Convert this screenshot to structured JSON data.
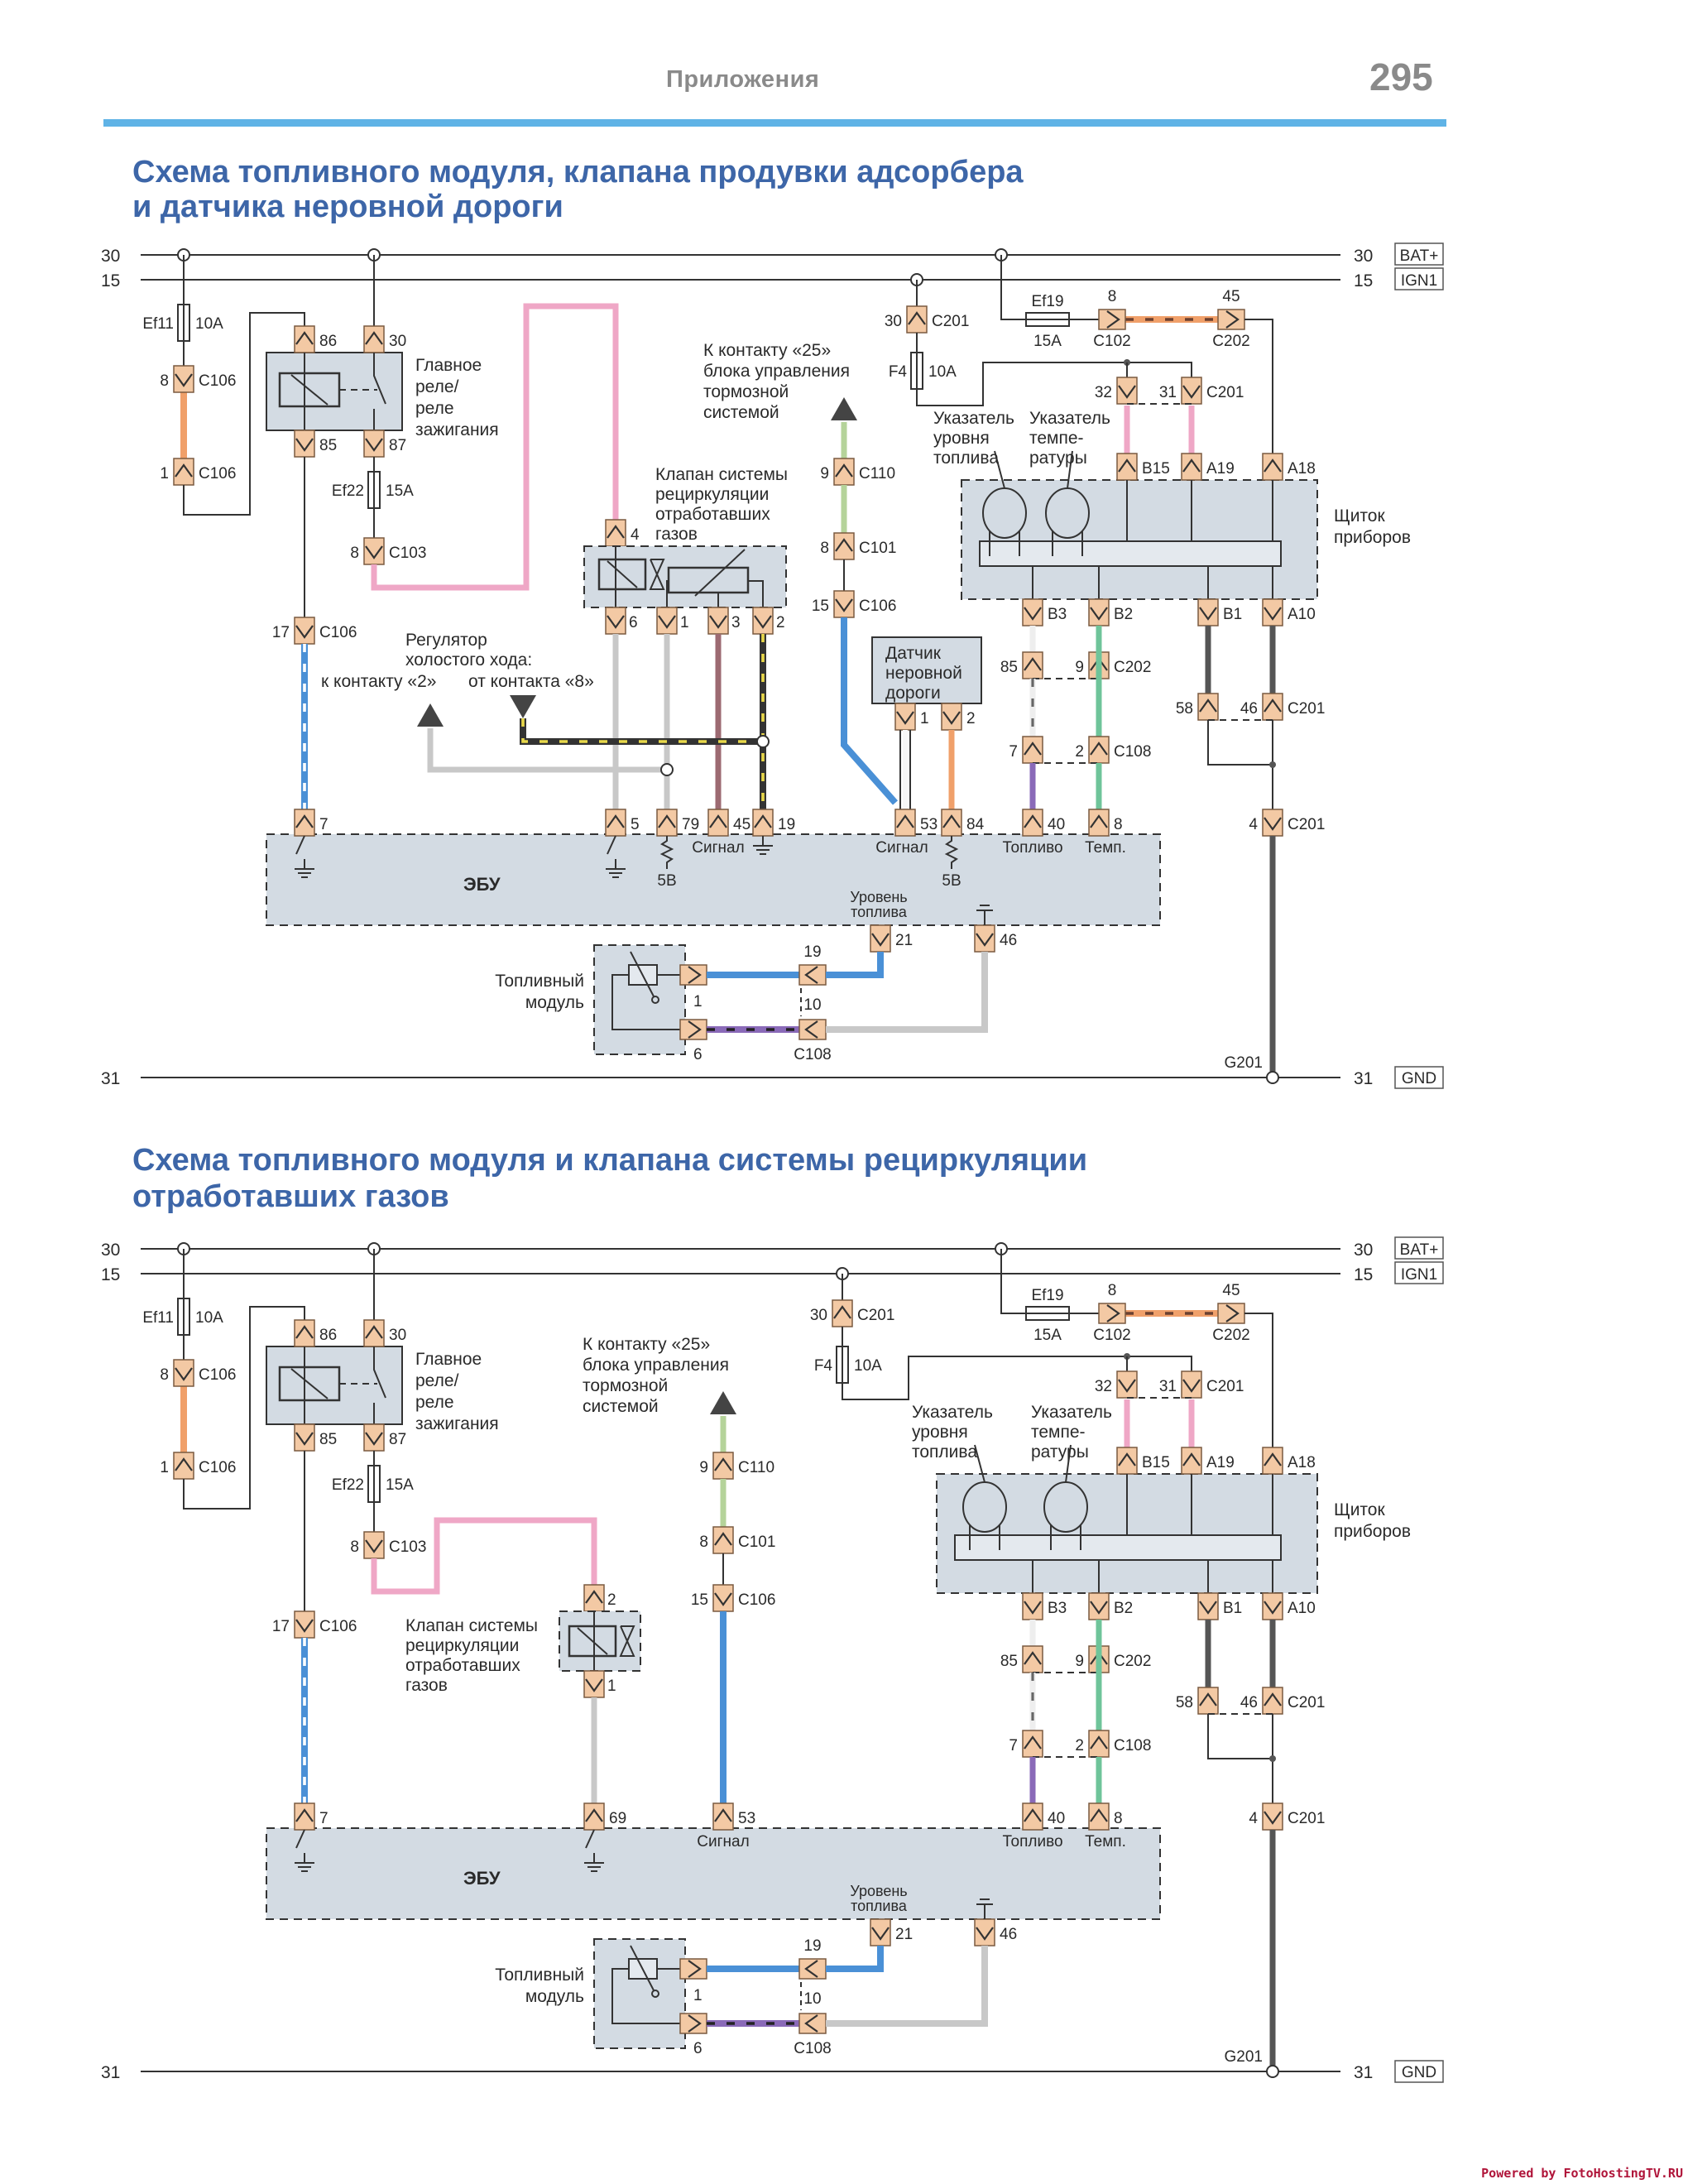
{
  "header": {
    "section": "Приложения",
    "page_number": "295"
  },
  "colors": {
    "accent_rule": "#5fb3e6",
    "title": "#3d66a8",
    "module_fill": "#d3dbe3",
    "connector_fill": "#f3c9a4",
    "pink_wire": "#efa7c6",
    "orange_wire": "#f0a06a",
    "blue_wire": "#4a90d6",
    "green_wire": "#b5d39a",
    "teal_wire": "#6fc49a",
    "violet_wire": "#8a6ab8",
    "gray_wire": "#c8c8c8",
    "brown_wire": "#9c6a72",
    "dark_wire": "#555555"
  },
  "diagrams": [
    {
      "title_line1": "Схема топливного модуля, клапана продувки адсорбера",
      "title_line2": "и датчика неровной дороги",
      "buses": {
        "b30": "30",
        "b15": "15",
        "b31": "31",
        "bat": "BAT+",
        "ign": "IGN1",
        "gnd": "GND",
        "ground_point": "G201"
      },
      "fuses": {
        "ef11": "Ef11",
        "ef11_rating": "10A",
        "ef22": "Ef22",
        "ef22_rating": "15A",
        "f4": "F4",
        "f4_rating": "10A",
        "ef19": "Ef19",
        "ef19_rating": "15A"
      },
      "relay": {
        "label_1": "Главное",
        "label_2": "реле/",
        "label_3": "реле",
        "label_4": "зажигания",
        "pin86": "86",
        "pin30": "30",
        "pin85": "85",
        "pin87": "87"
      },
      "connectors": {
        "c106_8": "8",
        "c106_1": "1",
        "c106_17": "17",
        "c106": "C106",
        "c103_8": "8",
        "c103": "C103",
        "c201_30": "30",
        "c201": "C201",
        "c102_8": "8",
        "c102": "C102",
        "c202_45": "45",
        "c202": "C202",
        "c201_32": "32",
        "c201_31": "31",
        "c110_9": "9",
        "c110": "C110",
        "c101_8": "8",
        "c101": "C101",
        "c106_15": "15",
        "c202_85": "85",
        "c202_9": "9",
        "c108_7": "7",
        "c108_2": "2",
        "c108": "C108",
        "c201_58": "58",
        "c201_46": "46",
        "c201_4": "4",
        "c108_19": "19",
        "c108_10": "10"
      },
      "cluster": {
        "label_1": "Щиток",
        "label_2": "приборов",
        "fuel_gauge_1": "Указатель",
        "fuel_gauge_2": "уровня",
        "fuel_gauge_3": "топлива",
        "temp_gauge_1": "Указатель",
        "temp_gauge_2": "темпе-",
        "temp_gauge_3": "ратуры",
        "pins": {
          "b15": "B15",
          "a19": "A19",
          "a18": "A18",
          "b3": "B3",
          "b2": "B2",
          "b1": "B1",
          "a10": "A10"
        }
      },
      "brake_note": {
        "line1": "К контакту «25»",
        "line2": "блока управления",
        "line3": "тормозной",
        "line4": "системой"
      },
      "egr": {
        "line1": "Клапан системы",
        "line2": "рециркуляции",
        "line3": "отработавших",
        "line4": "газов",
        "pin4": "4",
        "pin6": "6",
        "pin1": "1",
        "pin3": "3",
        "pin2": "2"
      },
      "iac_note": {
        "line1": "Регулятор",
        "line2": "холостого хода:",
        "to": "к контакту «2»",
        "from": "от контакта «8»"
      },
      "rough_road": {
        "line1": "Датчик",
        "line2": "неровной",
        "line3": "дороги",
        "pin1": "1",
        "pin2": "2"
      },
      "ecu": {
        "label": "ЭБУ",
        "pins": {
          "p7": "7",
          "p5": "5",
          "p79": "79",
          "p45": "45",
          "p19": "19",
          "p53": "53",
          "p84": "84",
          "p40": "40",
          "p8": "8",
          "p21": "21",
          "p46": "46"
        },
        "signal_1": "Сигнал",
        "signal_2": "Сигнал",
        "v5_1": "5В",
        "v5_2": "5В",
        "fuel": "Топливо",
        "temp": "Темп.",
        "fuel_level_1": "Уровень",
        "fuel_level_2": "топлива"
      },
      "fuel_module": {
        "line1": "Топливный",
        "line2": "модуль",
        "pin1": "1",
        "pin6": "6"
      }
    },
    {
      "title_line1": "Схема топливного модуля и  клапана системы рециркуляции",
      "title_line2": "отработавших газов",
      "buses": {
        "b30": "30",
        "b15": "15",
        "b31": "31",
        "bat": "BAT+",
        "ign": "IGN1",
        "gnd": "GND",
        "ground_point": "G201"
      },
      "fuses": {
        "ef11": "Ef11",
        "ef11_rating": "10A",
        "ef22": "Ef22",
        "ef22_rating": "15A",
        "f4": "F4",
        "f4_rating": "10A",
        "ef19": "Ef19",
        "ef19_rating": "15A"
      },
      "relay": {
        "label_1": "Главное",
        "label_2": "реле/",
        "label_3": "реле",
        "label_4": "зажигания",
        "pin86": "86",
        "pin30": "30",
        "pin85": "85",
        "pin87": "87"
      },
      "connectors": {
        "c106_8": "8",
        "c106_1": "1",
        "c106_17": "17",
        "c106": "C106",
        "c103_8": "8",
        "c103": "C103",
        "c201_30": "30",
        "c201": "C201",
        "c102_8": "8",
        "c102": "C102",
        "c202_45": "45",
        "c202": "C202",
        "c201_32": "32",
        "c201_31": "31",
        "c110_9": "9",
        "c110": "C110",
        "c101_8": "8",
        "c101": "C101",
        "c106_15": "15",
        "c202_85": "85",
        "c202_9": "9",
        "c108_7": "7",
        "c108_2": "2",
        "c108": "C108",
        "c201_58": "58",
        "c201_46": "46",
        "c201_4": "4",
        "c108_19": "19",
        "c108_10": "10"
      },
      "cluster": {
        "label_1": "Щиток",
        "label_2": "приборов",
        "fuel_gauge_1": "Указатель",
        "fuel_gauge_2": "уровня",
        "fuel_gauge_3": "топлива",
        "temp_gauge_1": "Указатель",
        "temp_gauge_2": "темпе-",
        "temp_gauge_3": "ратуры",
        "pins": {
          "b15": "B15",
          "a19": "A19",
          "a18": "A18",
          "b3": "B3",
          "b2": "B2",
          "b1": "B1",
          "a10": "A10"
        }
      },
      "brake_note": {
        "line1": "К контакту «25»",
        "line2": "блока управления",
        "line3": "тормозной",
        "line4": "системой"
      },
      "egr": {
        "line1": "Клапан системы",
        "line2": "рециркуляции",
        "line3": "отработавших",
        "line4": "газов",
        "pin2": "2",
        "pin1": "1"
      },
      "ecu": {
        "label": "ЭБУ",
        "pins": {
          "p7": "7",
          "p69": "69",
          "p53": "53",
          "p40": "40",
          "p8": "8",
          "p21": "21",
          "p46": "46"
        },
        "signal_1": "Сигнал",
        "fuel": "Топливо",
        "temp": "Темп.",
        "fuel_level_1": "Уровень",
        "fuel_level_2": "топлива"
      },
      "fuel_module": {
        "line1": "Топливный",
        "line2": "модуль",
        "pin1": "1",
        "pin6": "6"
      }
    }
  ],
  "watermark": "Powered by FotoHostingTV.RU"
}
